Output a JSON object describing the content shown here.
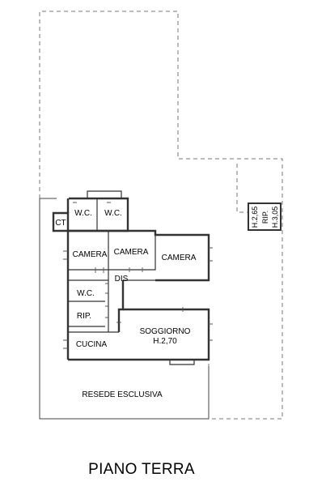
{
  "plan": {
    "title": "PIANO TERRA",
    "rooms": {
      "wc1": "W.C.",
      "wc2": "W.C.",
      "ct": "CT",
      "camera1": "CAMERA",
      "camera2": "CAMERA",
      "camera3": "CAMERA",
      "dis": "DIS",
      "wc3": "W.C.",
      "rip": "RIP.",
      "soggiorno": "SOGGIORNO",
      "soggiorno_height": "H.2,70",
      "cucina": "CUCINA",
      "resede": "RESEDE ESCLUSIVA"
    },
    "annex": {
      "label": "RIP.",
      "height_left": "H.2,65",
      "height_right": "H.3,05"
    }
  }
}
